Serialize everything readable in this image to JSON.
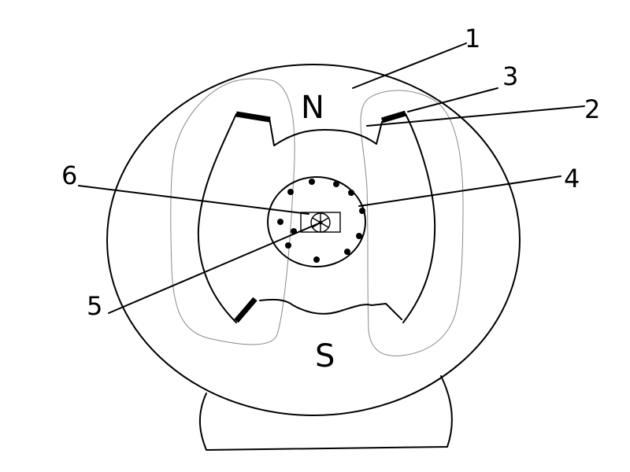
{
  "poles": {
    "north": "N",
    "south": "S"
  },
  "labels": [
    {
      "id": "1",
      "text": "1"
    },
    {
      "id": "2",
      "text": "2"
    },
    {
      "id": "3",
      "text": "3"
    },
    {
      "id": "4",
      "text": "4"
    },
    {
      "id": "5",
      "text": "5"
    },
    {
      "id": "6",
      "text": "6"
    }
  ],
  "colors": {
    "ink": "#000000",
    "flux_line": "#8a8a8a",
    "background": "#ffffff"
  }
}
